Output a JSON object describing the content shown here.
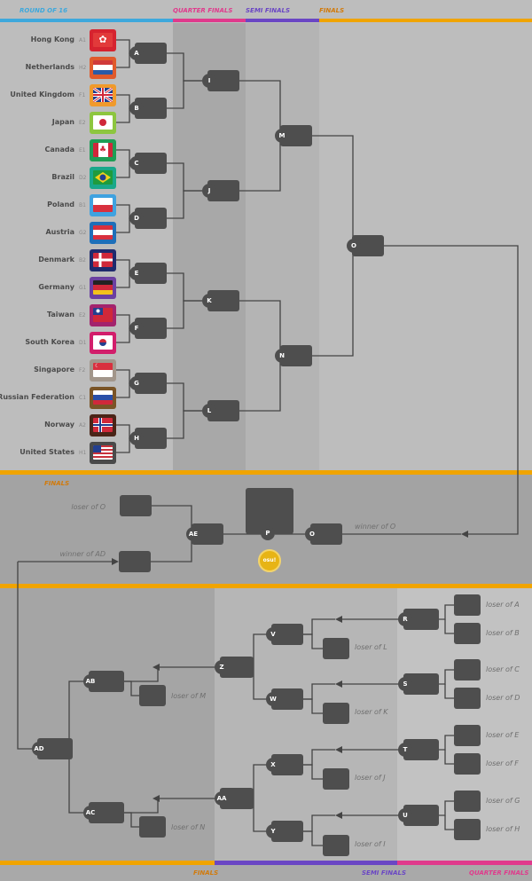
{
  "headers": {
    "round_of_16": "ROUND OF 16",
    "quarter_finals": "QUARTER FINALS",
    "semi_finals": "SEMI FINALS",
    "finals": "FINALS",
    "grand_finals": "FINALS",
    "bottom_finals": "FINALS",
    "bottom_semi_finals": "SEMI FINALS",
    "bottom_quarter_finals": "QUARTER FINALS"
  },
  "colors": {
    "round_of_16": "#3ea8dc",
    "quarter_finals": "#e03a8c",
    "semi_finals": "#6a46c4",
    "finals": "#f0a400",
    "finals_label": "#d27a0a"
  },
  "teams": [
    {
      "name": "Hong Kong",
      "seed": "A1",
      "flag": "hong-kong"
    },
    {
      "name": "Netherlands",
      "seed": "H2",
      "flag": "netherlands"
    },
    {
      "name": "United Kingdom",
      "seed": "F1",
      "flag": "united-kingdom"
    },
    {
      "name": "Japan",
      "seed": "E2",
      "flag": "japan"
    },
    {
      "name": "Canada",
      "seed": "E1",
      "flag": "canada"
    },
    {
      "name": "Brazil",
      "seed": "D2",
      "flag": "brazil"
    },
    {
      "name": "Poland",
      "seed": "B1",
      "flag": "poland"
    },
    {
      "name": "Austria",
      "seed": "G2",
      "flag": "austria"
    },
    {
      "name": "Denmark",
      "seed": "B2",
      "flag": "denmark"
    },
    {
      "name": "Germany",
      "seed": "G1",
      "flag": "germany"
    },
    {
      "name": "Taiwan",
      "seed": "E2",
      "flag": "taiwan"
    },
    {
      "name": "South Korea",
      "seed": "D1",
      "flag": "south-korea"
    },
    {
      "name": "Singapore",
      "seed": "F2",
      "flag": "singapore"
    },
    {
      "name": "Russian Federation",
      "seed": "C1",
      "flag": "russia"
    },
    {
      "name": "Norway",
      "seed": "A2",
      "flag": "norway"
    },
    {
      "name": "United States",
      "seed": "H1",
      "flag": "united-states"
    }
  ],
  "matches": {
    "r16": [
      "A",
      "B",
      "C",
      "D",
      "E",
      "F",
      "G",
      "H"
    ],
    "qf": [
      "I",
      "J",
      "K",
      "L"
    ],
    "sf": [
      "M",
      "N"
    ],
    "final": "O",
    "grand_final": "P",
    "ae": "AE",
    "ad": "AD",
    "ab": "AB",
    "ac": "AC",
    "z": "Z",
    "aa": "AA",
    "vwxy": [
      "V",
      "W",
      "X",
      "Y"
    ],
    "rstu": [
      "R",
      "S",
      "T",
      "U"
    ]
  },
  "notes": {
    "loser_of_o": "loser of O",
    "winner_of_ad": "winner of AD",
    "winner_of_o": "winner of O",
    "loser_of_a": "loser of A",
    "loser_of_b": "loser of B",
    "loser_of_c": "loser of C",
    "loser_of_d": "loser of D",
    "loser_of_e": "loser of E",
    "loser_of_f": "loser of F",
    "loser_of_g": "loser of G",
    "loser_of_h": "loser of H",
    "loser_of_l": "loser of L",
    "loser_of_k": "loser of K",
    "loser_of_j": "loser of J",
    "loser_of_i": "loser of I",
    "loser_of_m": "loser of M",
    "loser_of_n": "loser of N"
  },
  "badge": {
    "label": "osu!",
    "icon": "osu-logo"
  }
}
